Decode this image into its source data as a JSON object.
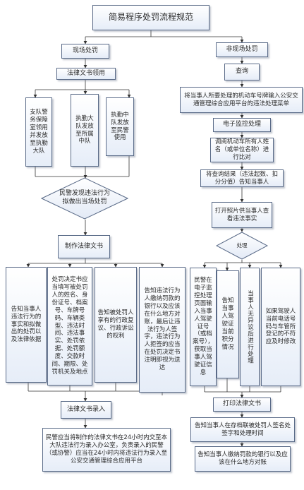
{
  "title": "简易程序处罚流程规范",
  "left": {
    "onsite": "现场处罚",
    "doc_claim": "法律文书领用",
    "units": [
      "支队警务保障室领用并发放至执勤大队",
      "执勤大队发放至所属中队",
      "执勤中队发放至民警使用"
    ],
    "decision": "民警发现违法行为拟做出当场处罚",
    "make_doc": "制作法律文书",
    "details": [
      "告知当事人违法行为的事实和拟做出的处罚以及法律依据",
      "处罚决定书应当填写被处罚人的姓名、身份证号、档案号、车牌号码、车辆类型、违法时间、违法事实、处罚依据、处罚额度、交款时间、期限、处罚机关及地点",
      "告知被处罚人享有的行政复议、行政诉讼的权利",
      "告知违法行为人缴纳罚款的银行以及应该在什么地方对账，最后让违法行为人签字，违法行为人拒签的应当在处罚决定书注明即视为送达"
    ],
    "entry": "法律文书录入",
    "final": "民警应当将制作的法律文书在24小时内交至本大队违法行为录入办公室，负责录入的民警（或协警）应当在24小时内将违法行为录入至公安交通管理综合应用平台"
  },
  "right": {
    "offsite": "非现场处罚",
    "query": "查询",
    "input": "将当事人所要处理的机动车号牌输入公安交通管理综合应用平台的违法处理菜单",
    "electronic": "电子监控处理",
    "retrieve": "调阅机动车所有人姓名（或单位名称）进行比对",
    "inform_result": "将查询结果（违法起数、扣分分值）告知当事人",
    "photos": "打开照片供当事人查看违法事实",
    "process": "处理",
    "options": [
      "民警在电子监控处理页面输入当事人驾驶证号（或档案号），获取当事人驾驶证信息",
      "告知当事人驾驶证当前积分情况",
      "当事人无异议后进行处理",
      "如果驾驶人当前电话号码与车管所登记的不符应及时修改"
    ],
    "print": "打印法律文书",
    "sign": "告知当事人在存档联被处罚人签名处签字和处理时间",
    "pay": "告知当事人缴纳罚款的银行以及应该在什么地方对账"
  }
}
